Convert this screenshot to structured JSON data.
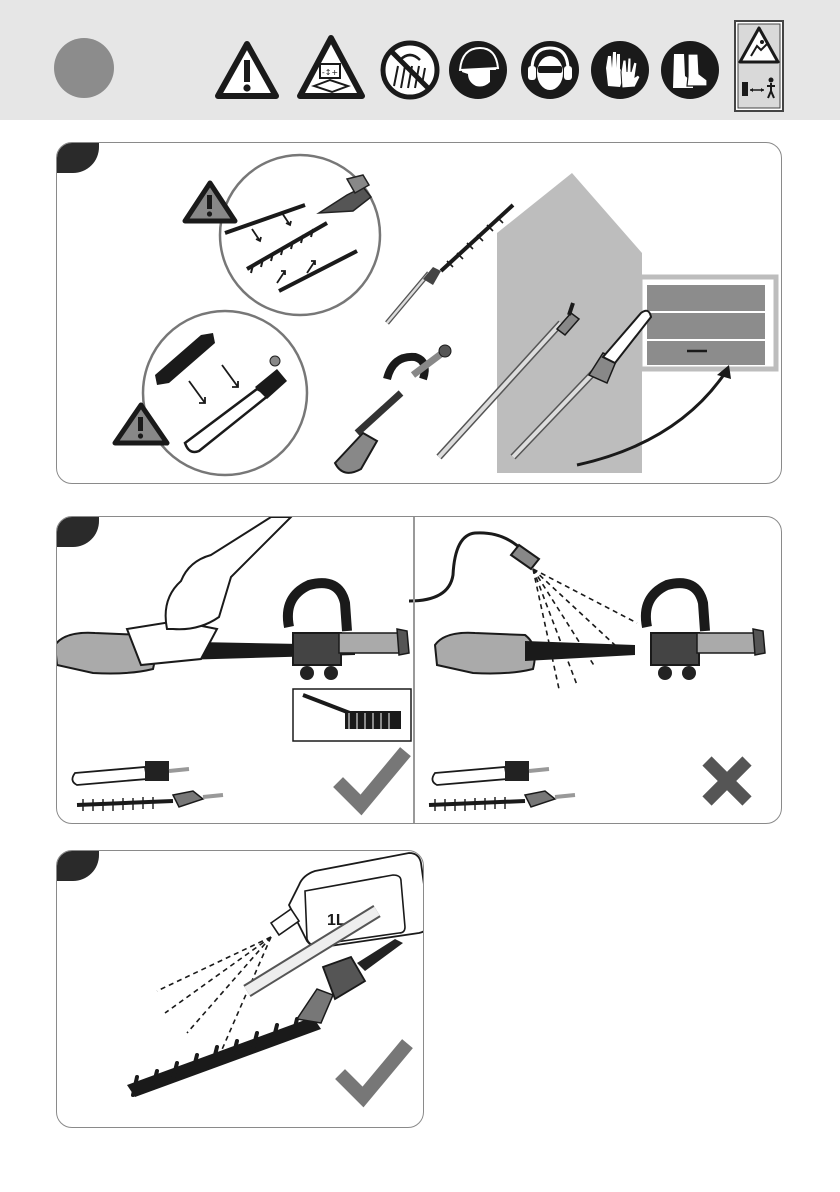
{
  "header": {
    "icons": [
      "warning-icon",
      "read-manual-icon",
      "no-rain-icon",
      "helmet-icon",
      "eye-ear-protection-icon",
      "gloves-icon",
      "boots-icon",
      "bystander-distance-icon"
    ]
  },
  "panel1": {
    "name": "storage-panel"
  },
  "panel2": {
    "name": "cleaning-panel"
  },
  "panel3": {
    "name": "oiling-panel",
    "bottle_label": "1L"
  },
  "colors": {
    "header_bg": "#e6e6e6",
    "dark": "#2a2a2a",
    "house_gray": "#bdbdbd",
    "garage_gray": "#8c8c8c"
  }
}
